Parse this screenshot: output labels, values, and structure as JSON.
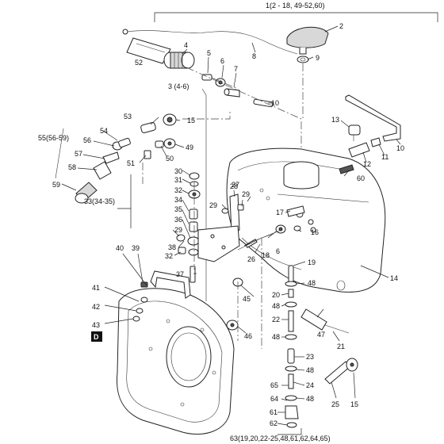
{
  "header": {
    "assembly_label": "1(2 - 18, 49-52,60)",
    "footer_label": "63(19,20,22-25,48,61,62,64,65)",
    "view_marker": "D"
  },
  "callouts": {
    "c2": "2",
    "c3": "3 (4-6)",
    "c4": "4",
    "c5": "5",
    "c6": "6",
    "c6b": "6",
    "c7": "7",
    "c8": "8",
    "c9": "9",
    "c10": "10",
    "c10b": "10",
    "c11": "11",
    "c12": "12",
    "c13": "13",
    "c14": "14",
    "c15": "15",
    "c15b": "15",
    "c16": "16",
    "c17": "17",
    "c18": "18",
    "c19": "19",
    "c20": "20",
    "c21": "21",
    "c22": "22",
    "c23": "23",
    "c24": "24",
    "c25": "25",
    "c26": "26",
    "c27": "27",
    "c28": "28",
    "c29a": "29",
    "c29b": "29",
    "c29c": "29",
    "c30": "30",
    "c31": "31",
    "c32a": "32",
    "c32b": "32",
    "c33": "33(34-35)",
    "c34": "34",
    "c35": "35",
    "c36": "36",
    "c37": "37",
    "c38": "38",
    "c39": "39",
    "c40": "40",
    "c41": "41",
    "c42": "42",
    "c43": "43",
    "c45": "45",
    "c46": "46",
    "c47": "47",
    "c48a": "48",
    "c48b": "48",
    "c48c": "48",
    "c48d": "48",
    "c48e": "48",
    "c49": "49",
    "c50": "50",
    "c51": "51",
    "c52": "52",
    "c53": "53",
    "c54": "54",
    "c55": "55(56-59)",
    "c56": "56",
    "c57": "57",
    "c58": "58",
    "c59": "59",
    "c60": "60",
    "c61": "61",
    "c62": "62",
    "c64": "64",
    "c65": "65"
  }
}
